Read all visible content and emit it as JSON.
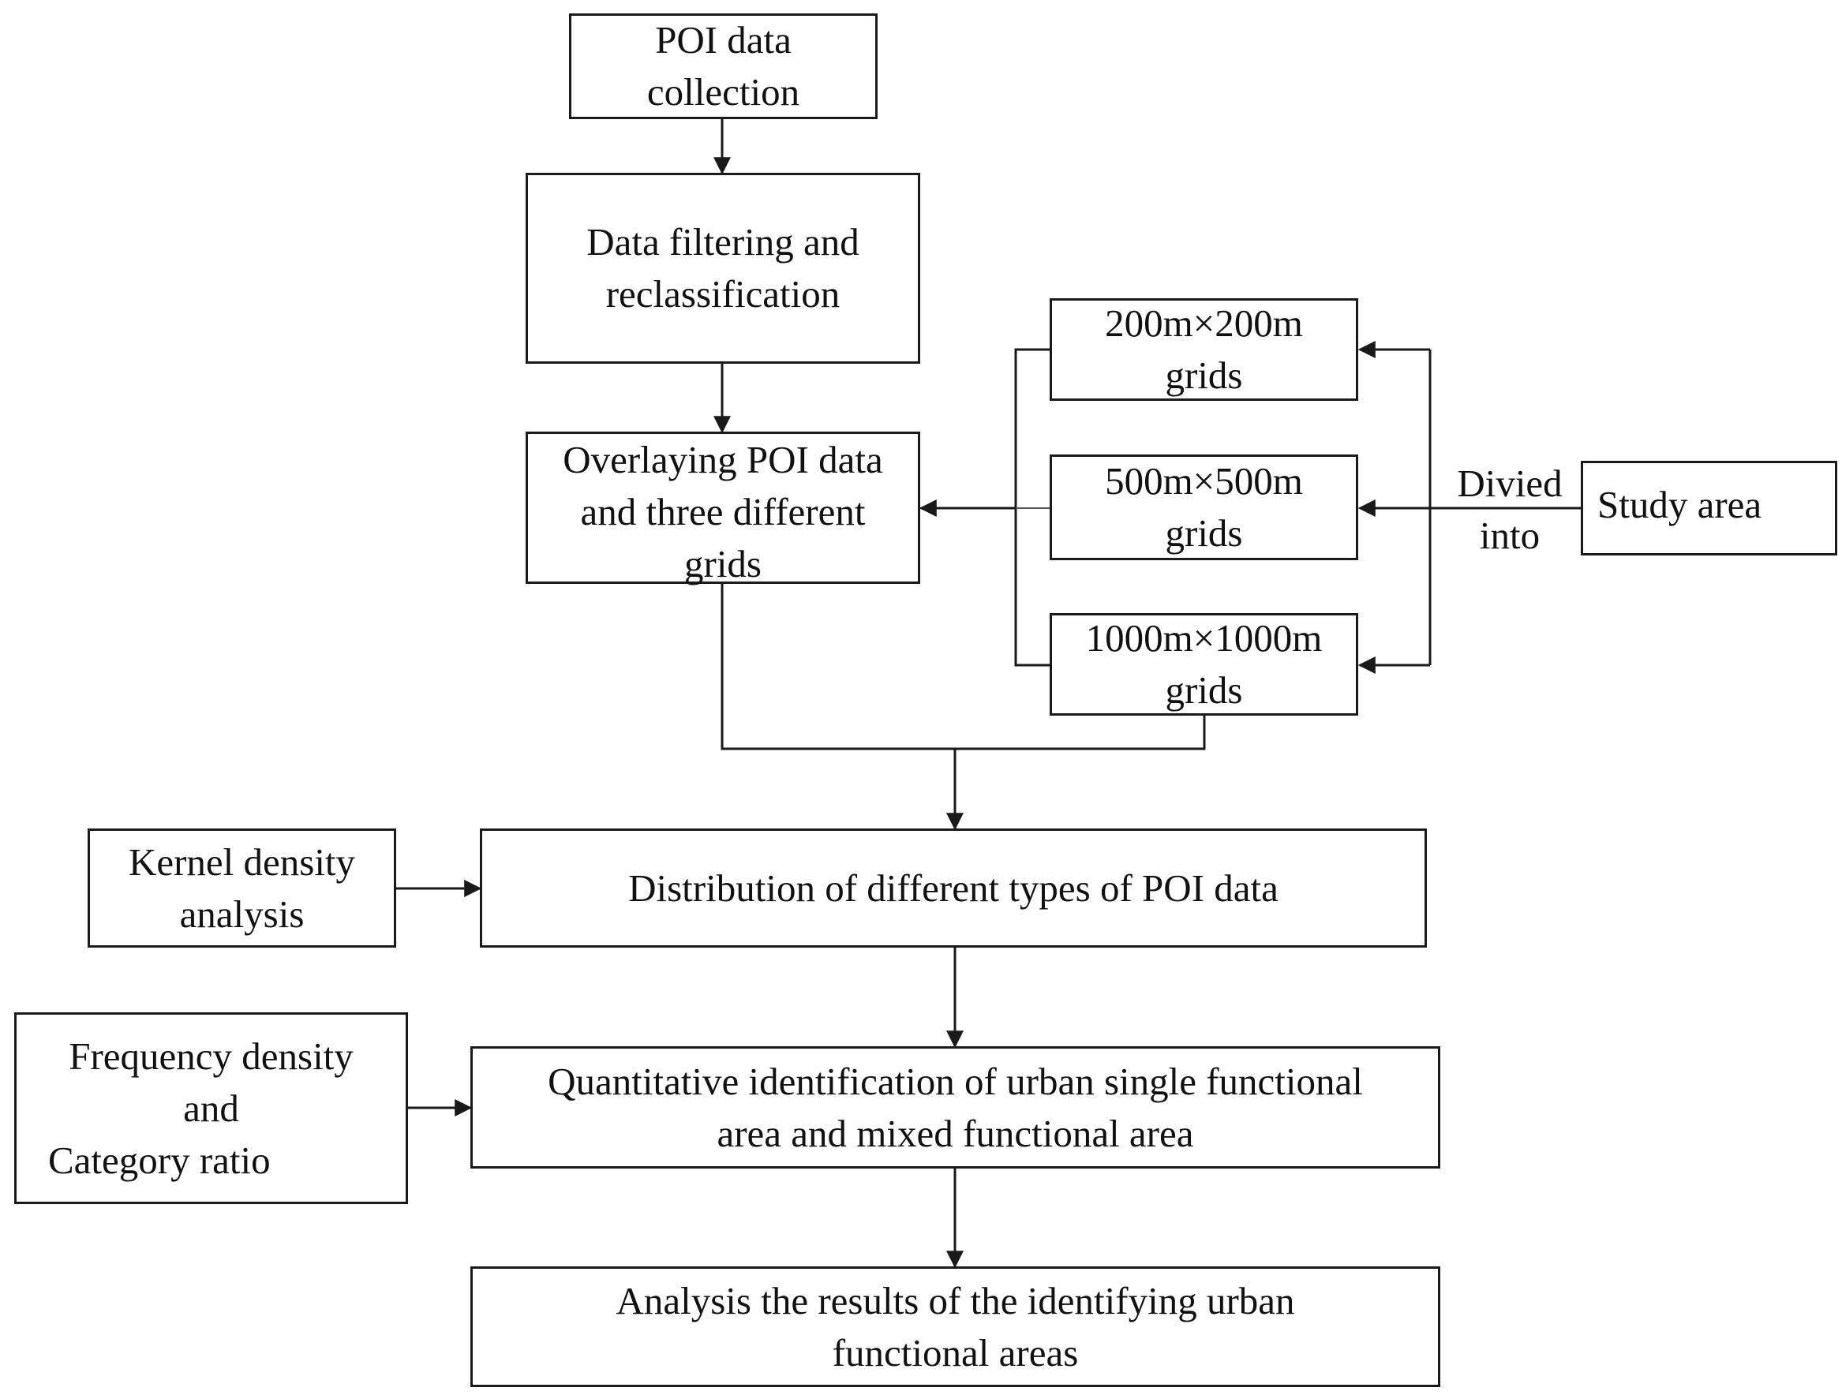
{
  "nodes": {
    "poi_collection": [
      "POI data",
      "collection"
    ],
    "filtering": [
      "Data filtering and",
      "reclassification"
    ],
    "overlaying": [
      "Overlaying POI data",
      "and three different",
      "grids"
    ],
    "grid_200": [
      "200m×200m",
      "grids"
    ],
    "grid_500": [
      "500m×500m",
      "grids"
    ],
    "grid_1000": [
      "1000m×1000m",
      "grids"
    ],
    "study_area": [
      "Study area"
    ],
    "kernel": [
      "Kernel density",
      "analysis"
    ],
    "distribution": [
      "Distribution of different types of POI data"
    ],
    "frequency": [
      "Frequency density",
      "and",
      "Category ratio"
    ],
    "quantitative": [
      "Quantitative identification of urban single functional",
      "area and mixed functional area"
    ],
    "analysis": [
      "Analysis the results of the identifying urban",
      "functional areas"
    ]
  },
  "edge_labels": {
    "divided_into": [
      "Divied",
      "into"
    ]
  },
  "colors": {
    "line": "#1a1a1a",
    "text": "#111111",
    "background": "#ffffff"
  }
}
